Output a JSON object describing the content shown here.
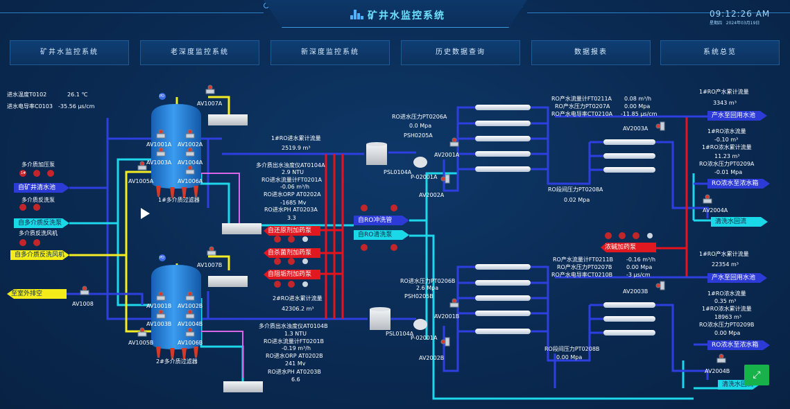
{
  "header": {
    "title": "矿井水监控系统",
    "time": "09:12:26 AM",
    "weekday": "星期四",
    "date": "2024年03月19日"
  },
  "nav": [
    {
      "label": "矿井水监控系统"
    },
    {
      "label": "老深度监控系统"
    },
    {
      "label": "新深度监控系统"
    },
    {
      "label": "历史数据查询"
    },
    {
      "label": "数据报表"
    },
    {
      "label": "系统总览"
    }
  ],
  "inlet": {
    "temp_label": "进水温度T0102",
    "temp_value": "26.1 ℃",
    "cond_label": "进水电导率C0103",
    "cond_value": "-35.56 μs/cm"
  },
  "pumps": {
    "p1": "多介质加压泵",
    "p2": "多介质反洗泵",
    "p3": "多介质反洗风机"
  },
  "left_tags": {
    "mine": "自矿井清水池",
    "backwash": "自多介质反洗泵",
    "blower": "自多介质反洗风机",
    "drain": "至室外排空"
  },
  "filters": {
    "f1_name": "1#多介质过滤器",
    "f2_name": "2#多介质过滤器",
    "f1_badge": "PD",
    "f2_badge": "PD"
  },
  "valves": {
    "av1001a": "AV1001A",
    "av1002a": "AV1002A",
    "av1003a": "AV1003A",
    "av1004a": "AV1004A",
    "av1005a": "AV1005A",
    "av1006a": "AV1006A",
    "av1007a": "AV1007A",
    "av1001b": "AV1001B",
    "av1002b": "AV1002B",
    "av1003b": "AV1003B",
    "av1004b": "AV1004B",
    "av1005b": "AV1005B",
    "av1006b": "AV1006B",
    "av1007b": "AV1007B",
    "av1008": "AV1008",
    "av2001a": "AV2001A",
    "av2002a": "AV2002A",
    "av2001b": "AV2001B",
    "av2002b": "AV2002B",
    "av2003a": "AV2003A",
    "av2004a": "AV2004A",
    "av2003b": "AV2003B",
    "av2004b": "AV2004B"
  },
  "ro1_feed": {
    "cum_label": "1#RO进水累计流量",
    "cum_value": "2519.9 m³",
    "turb_label": "多介质出水浊度仪AT0104A",
    "turb_value": "2.9 NTU",
    "flow_label": "RO进水流量计FT0201A",
    "flow_value": "-0.06 m³/h",
    "orp_label": "RO进水ORP AT0202A",
    "orp_value": "-1685 Mv",
    "ph_label": "RO进水PH AT0203A",
    "ph_value": "3.3"
  },
  "ro2_feed": {
    "cum_label": "2#RO进水累计流量",
    "cum_value": "42306.2 m³",
    "turb_label": "多介质出水浊度仪AT0104B",
    "turb_value": "1.3 NTU",
    "flow_label": "RO进水流量计FT0201B",
    "flow_value": "-0.19 m³/h",
    "orp_label": "RO进水ORP AT0202B",
    "orp_value": "241 Mv",
    "ph_label": "RO进水PH AT0203B",
    "ph_value": "6.6"
  },
  "dosing": {
    "reduce": "自还原剂加药泵",
    "biocide": "自杀菌剂加药泵",
    "scale": "自阻垢剂加药泵",
    "flush": "自RO冲洗管",
    "clean": "自RO清洗泵",
    "alkali": "浓碱加药泵"
  },
  "ro1": {
    "press_label": "RO进水压力PT0206A",
    "press_value": "0.0 Mpa",
    "psh": "PSH0205A",
    "psl": "PSL0104A",
    "pump": "P-02001A",
    "prod_flow_label": "RO产水流量计FT0211A",
    "prod_flow_value": "0.08 m³/h",
    "prod_press_label": "RO产水压力PT0207A",
    "prod_press_value": "0.00 Mpa",
    "prod_cond_label": "RO产水电导率CT0210A",
    "prod_cond_value": "-11.85 μs/cm",
    "inter_label": "RO段间压力PT0208A",
    "inter_value": "0.02 Mpa",
    "prod_cum_label": "1#RO产水累计流量",
    "prod_cum_value": "3343 m³",
    "conc_flow_label": "1#RO浓水流量",
    "conc_flow_value": "-0.10 m³",
    "conc_cum_label": "1#RO浓水累计流量",
    "conc_cum_value": "11.23 m³",
    "conc_press_label": "RO浓水压力PT0209A",
    "conc_press_value": "-0.01 Mpa"
  },
  "ro2": {
    "press_label": "RO进水压力PT0206B",
    "press_value": "2.6 Mpa",
    "psh": "PSH0205B",
    "psl": "PSL0104A",
    "pump": "P-02001A",
    "prod_flow_label": "RO产水流量计FT0211B",
    "prod_flow_value": "-0.16 m³/h",
    "prod_press_label": "RO产水压力PT0207B",
    "prod_press_value": "0.00 Mpa",
    "prod_cond_label": "RO产水电导率CT0210B",
    "prod_cond_value": "-3 μs/cm",
    "inter_label": "RO段间压力PT0208B",
    "inter_value": "0.00 Mpa",
    "prod_cum_label": "1#RO产水累计流量",
    "prod_cum_value": "22354 m³",
    "conc_flow_label": "1#RO浓水流量",
    "conc_flow_value": "0.35 m³",
    "conc_cum_label": "1#RO浓水累计流量",
    "conc_cum_value": "18963 m³",
    "conc_press_label": "RO浓水压力PT0209B",
    "conc_press_value": "0.00 Mpa"
  },
  "right_tags": {
    "prod1": "产水至回用水池",
    "conc1": "RO浓水至浓水箱",
    "drain1": "清洗水回流",
    "prod2": "产水至回用水池",
    "conc2": "RO浓水至浓水箱",
    "drain2": "清洗水回流"
  },
  "pump_icon_char": "1#",
  "colors": {
    "blue_pipe": "#2e3fe0",
    "cyan_pipe": "#1ed7ea",
    "yellow_pipe": "#f6ec24",
    "red_pipe": "#e5131b",
    "tank": "#1e74c8"
  }
}
